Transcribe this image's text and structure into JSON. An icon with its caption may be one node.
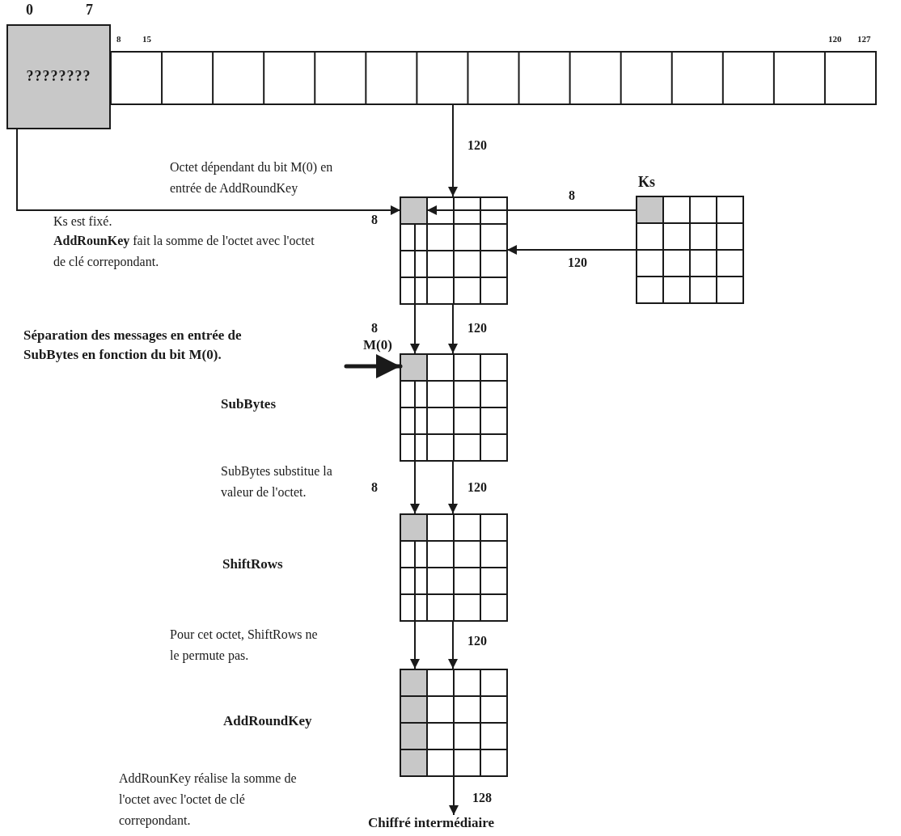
{
  "diagram": {
    "nodes": [
      {
        "text": [
          "????????"
        ],
        "beside": [
          "0",
          "7"
        ]
      },
      {
        "text": [],
        "shape": "bar",
        "beside": [
          "8",
          "15",
          "120",
          "127"
        ]
      },
      {
        "text": [],
        "shape": "box"
      },
      {
        "text": [
          "Ks"
        ]
      },
      {
        "text": [],
        "shape": "box"
      },
      {
        "text": [],
        "shape": "box"
      },
      {
        "text": [],
        "shape": "box"
      },
      {
        "text": [
          "Chiffré intermédiaire"
        ]
      }
    ],
    "edges": [
      {
        "from": 0,
        "to": 2,
        "arrow": "to",
        "label": "8"
      },
      {
        "from": 1,
        "to": 2,
        "arrow": "to",
        "label": "120"
      },
      {
        "from": 3,
        "to": 2,
        "arrow": "to",
        "label": "8"
      },
      {
        "from": 3,
        "to": 2,
        "arrow": "to",
        "label": "120"
      },
      {
        "from": 2,
        "to": 4,
        "arrow": "to",
        "label": "8"
      },
      {
        "from": 2,
        "to": 4,
        "arrow": "to",
        "label": "120"
      },
      {
        "from": 4,
        "to": 5,
        "arrow": "to",
        "label": "8"
      },
      {
        "from": 4,
        "to": 5,
        "arrow": "to",
        "label": "120"
      },
      {
        "from": 5,
        "to": 6,
        "arrow": "to"
      },
      {
        "from": 5,
        "to": 6,
        "arrow": "to",
        "label": "120"
      },
      {
        "from": 6,
        "to": 7,
        "arrow": "to",
        "label": "128"
      },
      {
        "from": null,
        "to": 4,
        "arrow": "to",
        "style": "thick"
      }
    ],
    "labels": [
      "Octet dépendant du bit M(0) en entrée de AddRoundKey",
      "Ks est fixé.",
      "**AddRounKey** fait la somme de l'octet avec l'octet de clé correpondant.",
      "Séparation des messages en entrée de SubBytes en fonction du bit M(0).",
      "M(0)",
      "SubBytes",
      "SubBytes substitue la valeur de l'octet.",
      "ShiftRows",
      "Pour cet octet, ShiftRows ne le permute pas.",
      "AddRoundKey",
      "AddRounKey réalise la somme de l'octet avec l'octet de clé correpondant."
    ]
  }
}
